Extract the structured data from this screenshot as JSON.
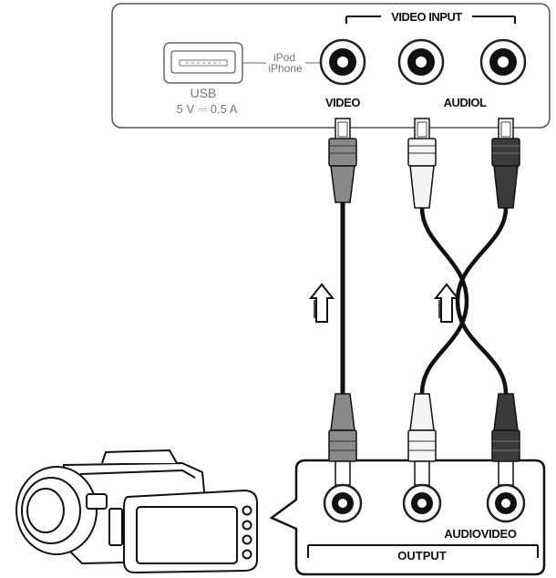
{
  "receiver_panel": {
    "group_label": "VIDEO INPUT",
    "usb_label": "USB",
    "usb_rating": "5 V ⎓ 0.5 A",
    "ipod_label_line1": "iPod",
    "ipod_label_line2": "iPhone",
    "video_jack_label": "VIDEO",
    "audio_jack_label": "AUDIOL"
  },
  "camcorder_panel": {
    "section_label": "OUTPUT",
    "jack_labels": "AUDIOVIDEO"
  },
  "icons": [
    "usb-port-icon",
    "rca-jack-icon",
    "rca-plug-icon",
    "signal-direction-arrow-icon",
    "camcorder-icon"
  ],
  "colors": {
    "line": "#111111",
    "panel_fill": "#ffffff",
    "plug_white": "#f4f4f4",
    "plug_gray": "#8a8a8a",
    "plug_dark": "#3a3a3a"
  }
}
